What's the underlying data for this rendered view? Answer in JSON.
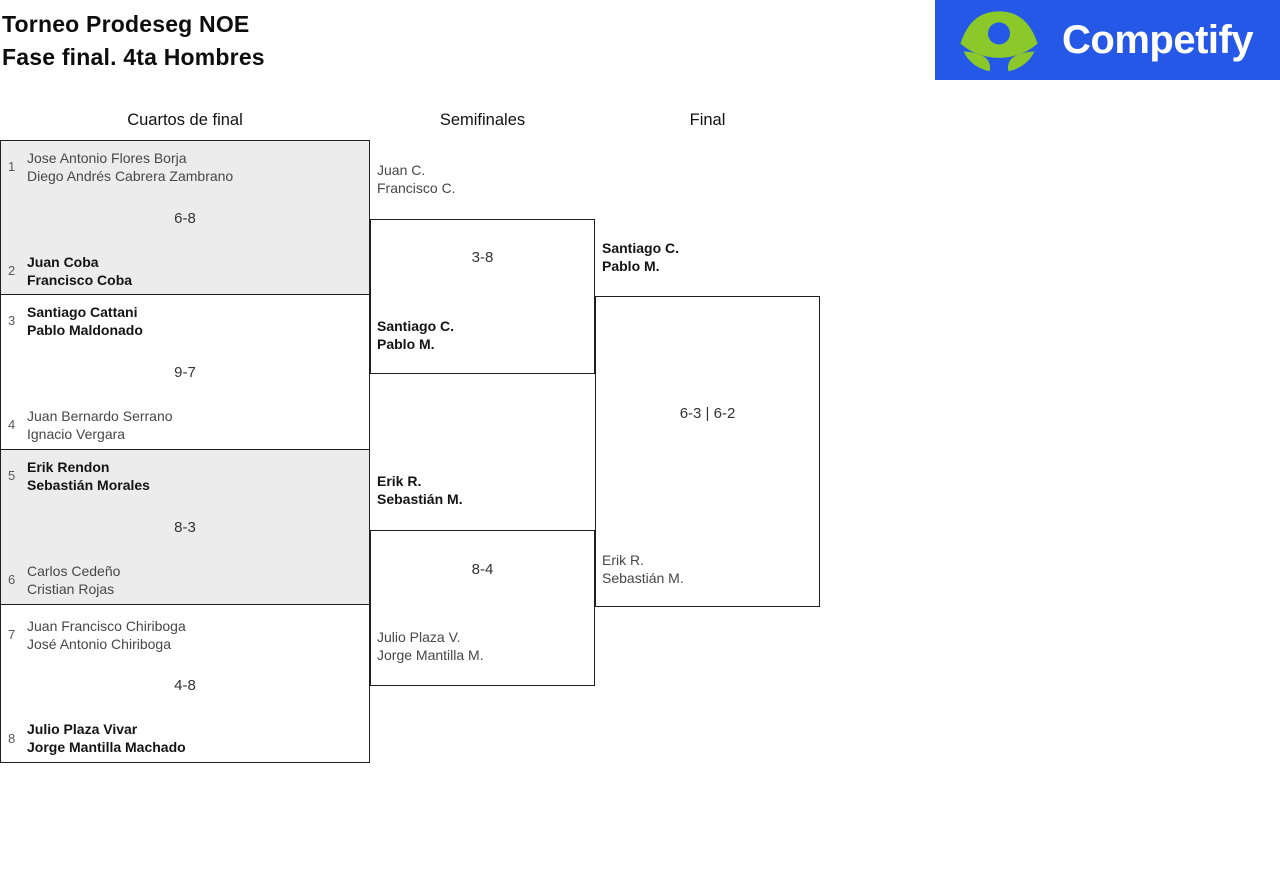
{
  "page": {
    "title_line1": "Torneo Prodeseg NOE",
    "title_line2": "Fase final. 4ta Hombres"
  },
  "logo": {
    "brand": "Competify"
  },
  "colors": {
    "brand_blue": "#2558e6",
    "brand_green": "#8bc92a",
    "match_shade": "#ececec"
  },
  "bracket": {
    "round_labels": [
      "Cuartos de final",
      "Semifinales",
      "Final"
    ],
    "quarterfinals": [
      {
        "top": {
          "seed": "1",
          "line1": "Jose Antonio Flores Borja",
          "line2": "Diego Andrés Cabrera Zambrano",
          "winner": false
        },
        "score": "6-8",
        "bottom": {
          "seed": "2",
          "line1": "Juan Coba",
          "line2": "Francisco Coba",
          "winner": true
        }
      },
      {
        "top": {
          "seed": "3",
          "line1": "Santiago Cattani",
          "line2": "Pablo Maldonado",
          "winner": true
        },
        "score": "9-7",
        "bottom": {
          "seed": "4",
          "line1": "Juan Bernardo Serrano",
          "line2": "Ignacio Vergara",
          "winner": false
        }
      },
      {
        "top": {
          "seed": "5",
          "line1": "Erik Rendon",
          "line2": "Sebastián Morales",
          "winner": true
        },
        "score": "8-3",
        "bottom": {
          "seed": "6",
          "line1": "Carlos Cedeño",
          "line2": "Cristian Rojas",
          "winner": false
        }
      },
      {
        "top": {
          "seed": "7",
          "line1": "Juan Francisco Chiriboga",
          "line2": "José Antonio Chiriboga",
          "winner": false
        },
        "score": "4-8",
        "bottom": {
          "seed": "8",
          "line1": "Julio Plaza Vivar",
          "line2": "Jorge Mantilla Machado",
          "winner": true
        }
      }
    ],
    "semifinals": [
      {
        "top": {
          "line1": "Juan C.",
          "line2": "Francisco C.",
          "winner": false
        },
        "score": "3-8",
        "bottom": {
          "line1": "Santiago C.",
          "line2": "Pablo M.",
          "winner": true
        }
      },
      {
        "top": {
          "line1": "Erik R.",
          "line2": "Sebastián M.",
          "winner": true
        },
        "score": "8-4",
        "bottom": {
          "line1": "Julio Plaza V.",
          "line2": "Jorge Mantilla M.",
          "winner": false
        }
      }
    ],
    "final": {
      "top": {
        "line1": "Santiago C.",
        "line2": "Pablo M.",
        "winner": true
      },
      "score": "6-3 | 6-2",
      "bottom": {
        "line1": "Erik R.",
        "line2": "Sebastián M.",
        "winner": false
      }
    }
  }
}
